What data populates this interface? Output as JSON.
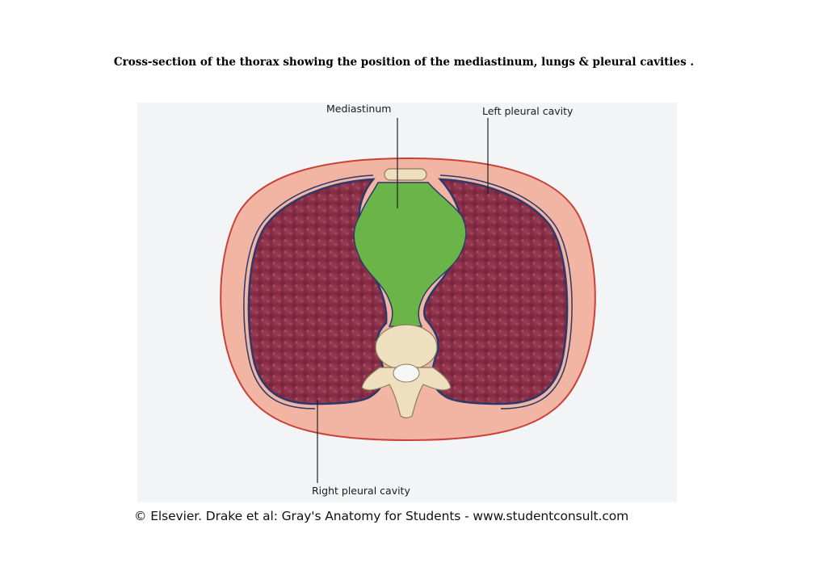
{
  "title": "Cross-section of the thorax showing the position of the mediastinum, lungs & pleural cavities .",
  "labels": {
    "mediastinum": "Mediastinum",
    "left_pleural_cavity": "Left pleural cavity",
    "right_pleural_cavity": "Right pleural cavity"
  },
  "copyright": "© Elsevier. Drake et al: Gray's Anatomy for Students - www.studentconsult.com",
  "colors": {
    "body_wall": "#f2b5a3",
    "body_outline": "#c9423a",
    "lung": "#8b3048",
    "mediastinum": "#6bb548",
    "pleura": "#2b3a6b",
    "bone": "#eee0bf"
  }
}
